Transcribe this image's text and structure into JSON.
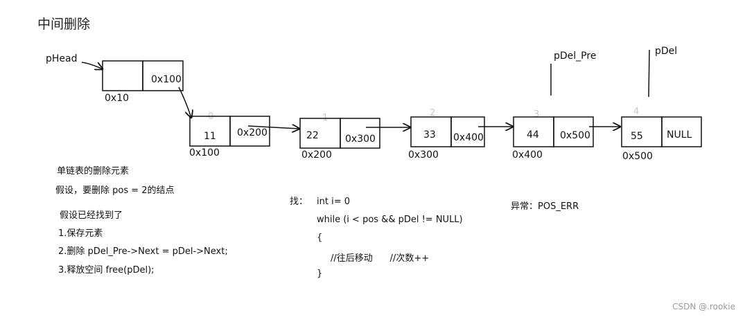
{
  "title": "中间删除",
  "pointers": {
    "head": "pHead",
    "del_pre": "pDel_Pre",
    "del": "pDel"
  },
  "head_node": {
    "data": "",
    "next": "0x100",
    "address": "0x10"
  },
  "nodes": [
    {
      "index": "0",
      "data": "11",
      "next": "0x200",
      "address": "0x100"
    },
    {
      "index": "1",
      "data": "22",
      "next": "0x300",
      "address": "0x200"
    },
    {
      "index": "2",
      "data": "33",
      "next": "0x400",
      "address": "0x300"
    },
    {
      "index": "3",
      "data": "44",
      "next": "0x500",
      "address": "0x400"
    },
    {
      "index": "4",
      "data": "55",
      "next": "NULL",
      "address": "0x500"
    }
  ],
  "notes": {
    "heading": "单链表的删除元素",
    "assume": "假设，要删除 pos = 2的结点",
    "found": "假设已经找到了",
    "step1": "1.保存元素",
    "step2": "2.删除  pDel_Pre->Next = pDel->Next;",
    "step3": "3.释放空间  free(pDel);"
  },
  "code": {
    "label": "找：",
    "lines": [
      "int i= 0",
      "while (i < pos && pDel != NULL)",
      "{",
      "//往后移动      //次数++",
      "}"
    ]
  },
  "exception": "异常：POS_ERR",
  "watermark": "CSDN @.rookie"
}
